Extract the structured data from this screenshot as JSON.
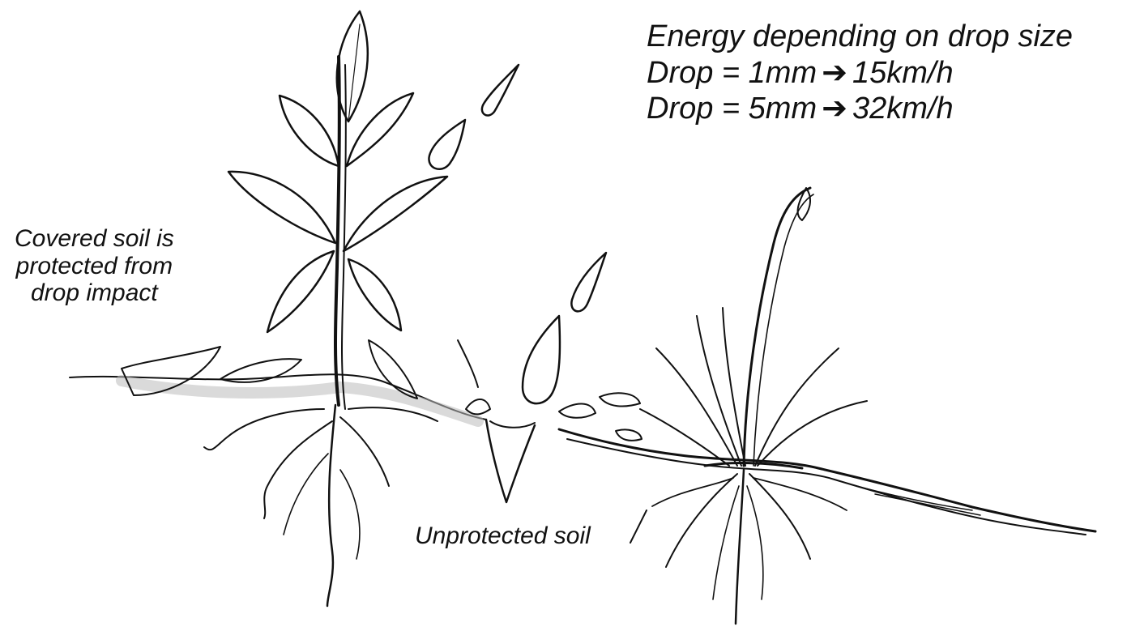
{
  "colors": {
    "ink": "#111111",
    "background": "#ffffff",
    "soil_shade": "#bcbcbc"
  },
  "energy_note": {
    "heading": "Energy depending on drop size",
    "rows": [
      {
        "prefix": "Drop = 1mm",
        "arrow": "➔",
        "speed": "15km/h"
      },
      {
        "prefix": "Drop = 5mm",
        "arrow": "➔",
        "speed": "32km/h"
      }
    ]
  },
  "covered_note": {
    "lines": [
      "Covered soil is",
      "protected from",
      "drop impact"
    ]
  },
  "unprotected_note": {
    "text": "Unprotected soil"
  },
  "icons": [
    "leafy-plant-icon",
    "grass-tuft-icon",
    "raindrop-icon",
    "splash-crater-icon",
    "soil-surface-icon"
  ]
}
